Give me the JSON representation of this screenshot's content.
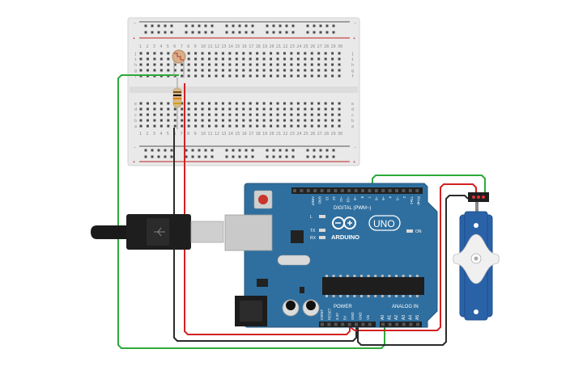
{
  "breadboard": {
    "columns": [
      "1",
      "2",
      "3",
      "4",
      "5",
      "6",
      "7",
      "8",
      "9",
      "10",
      "11",
      "12",
      "13",
      "14",
      "15",
      "16",
      "17",
      "18",
      "19",
      "20",
      "21",
      "22",
      "23",
      "24",
      "25",
      "26",
      "27",
      "28",
      "29",
      "30"
    ],
    "rows_top": [
      "j",
      "i",
      "h",
      "g",
      "f"
    ],
    "rows_bottom": [
      "e",
      "d",
      "c",
      "b",
      "a"
    ],
    "rail_minus": "−",
    "rail_plus": "+"
  },
  "arduino": {
    "brand": "ARDUINO",
    "model": "UNO",
    "digital_header_label": "DIGITAL (PWM~)",
    "digital_pins": [
      "AREF",
      "GND",
      "13",
      "12",
      "~11",
      "~10",
      "~9",
      "8",
      "7",
      "~6",
      "~5",
      "4",
      "~3",
      "2",
      "TX▸1",
      "RX◂0"
    ],
    "power_label": "POWER",
    "power_pins": [
      "IOREF",
      "RESET",
      "3.3V",
      "5V",
      "GND",
      "GND",
      "Vin"
    ],
    "analog_label": "ANALOG IN",
    "analog_pins": [
      "A0",
      "A1",
      "A2",
      "A3",
      "A4",
      "A5"
    ],
    "leds": [
      "L",
      "TX",
      "RX"
    ],
    "on_label": "ON"
  },
  "colors": {
    "board": "#2f6f9f",
    "board_dark": "#1f4f78",
    "breadboard": "#e9e9e9",
    "wire_green": "#2eaa3a",
    "wire_red": "#d22222",
    "wire_black": "#2b2b2b",
    "servo_blue": "#2a62a8"
  }
}
